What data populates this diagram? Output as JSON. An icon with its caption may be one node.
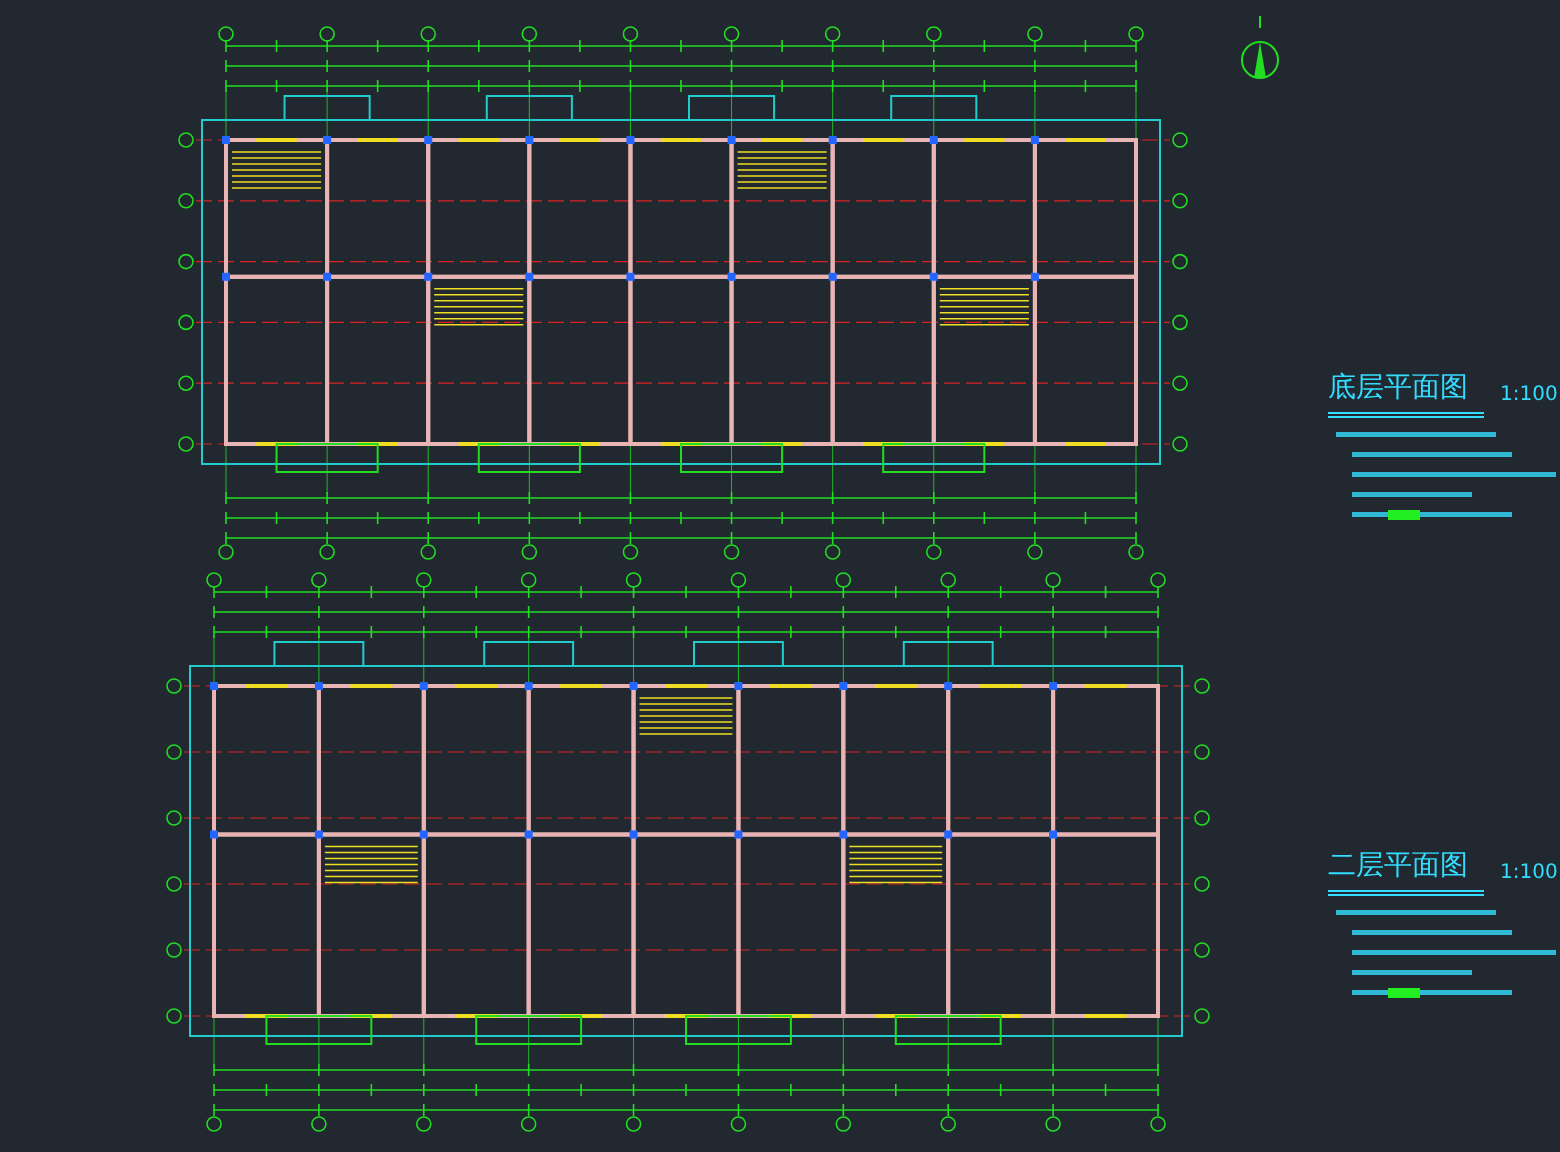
{
  "diagram": {
    "labels": [
      "底层平面图",
      "1:100",
      "二层平面图",
      "1:100"
    ]
  }
}
